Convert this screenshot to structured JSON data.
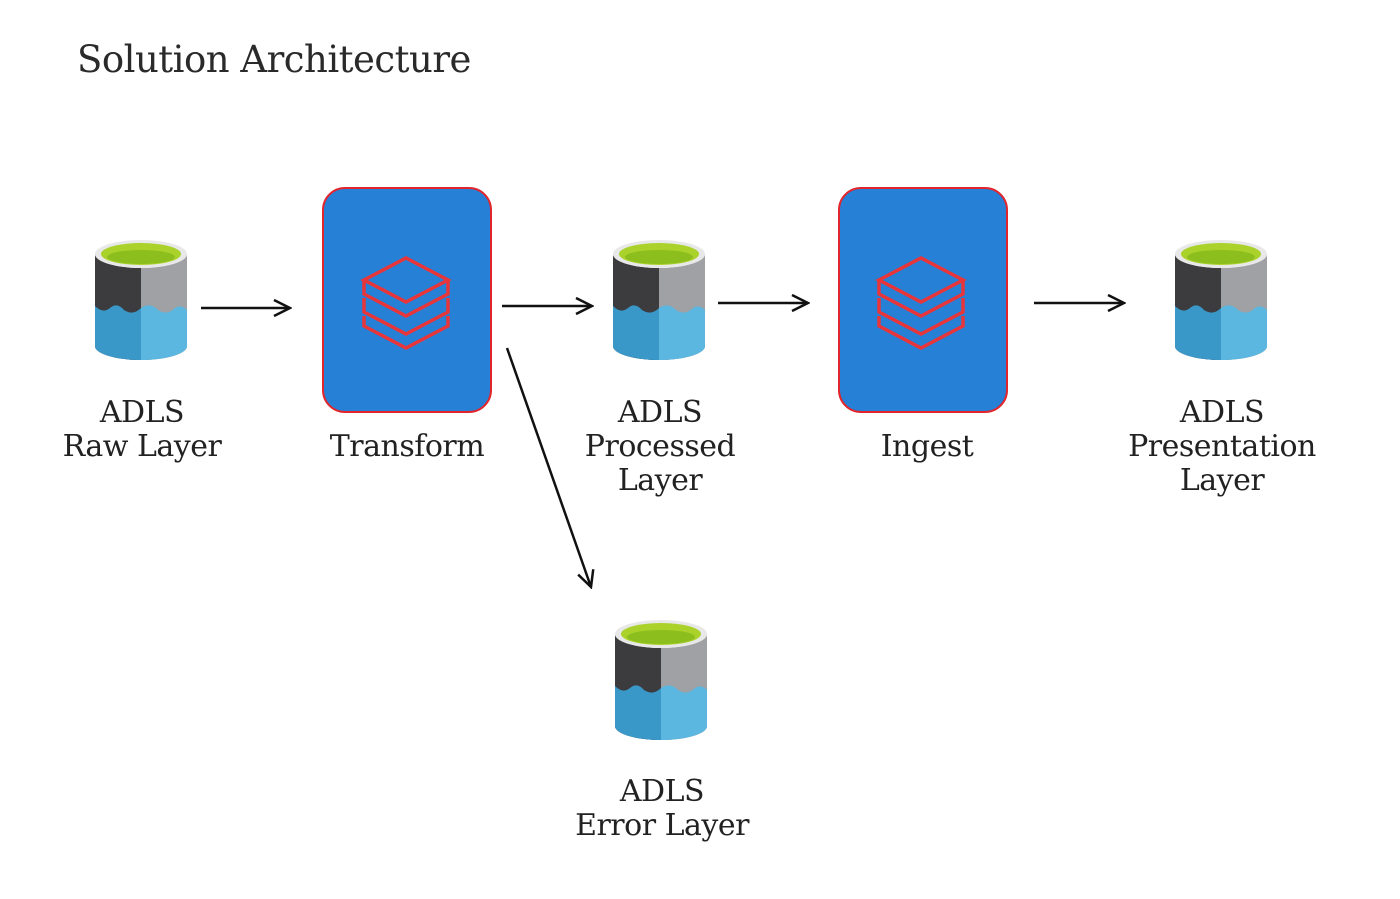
{
  "title": "Solution Architecture",
  "colors": {
    "process_box": "#2680d6",
    "process_border": "#e0262c",
    "logo": "#e8353a",
    "cylinder_top": "#aad22a",
    "cylinder_dark": "#3c3c3e",
    "cylinder_grey": "#9fa1a4",
    "water_dark": "#3a98c9",
    "water_light": "#5bb6e0",
    "arrow": "#111111"
  },
  "nodes": {
    "raw": {
      "lines": [
        "ADLS",
        "Raw Layer"
      ],
      "icon": "adls-storage-icon"
    },
    "transform": {
      "lines": [
        "Transform"
      ],
      "icon": "databricks-icon"
    },
    "processed": {
      "lines": [
        "ADLS",
        "Processed",
        "Layer"
      ],
      "icon": "adls-storage-icon"
    },
    "ingest": {
      "lines": [
        "Ingest"
      ],
      "icon": "databricks-icon"
    },
    "presentation": {
      "lines": [
        "ADLS",
        "Presentation",
        "Layer"
      ],
      "icon": "adls-storage-icon"
    },
    "error": {
      "lines": [
        "ADLS",
        "Error Layer"
      ],
      "icon": "adls-storage-icon"
    }
  }
}
